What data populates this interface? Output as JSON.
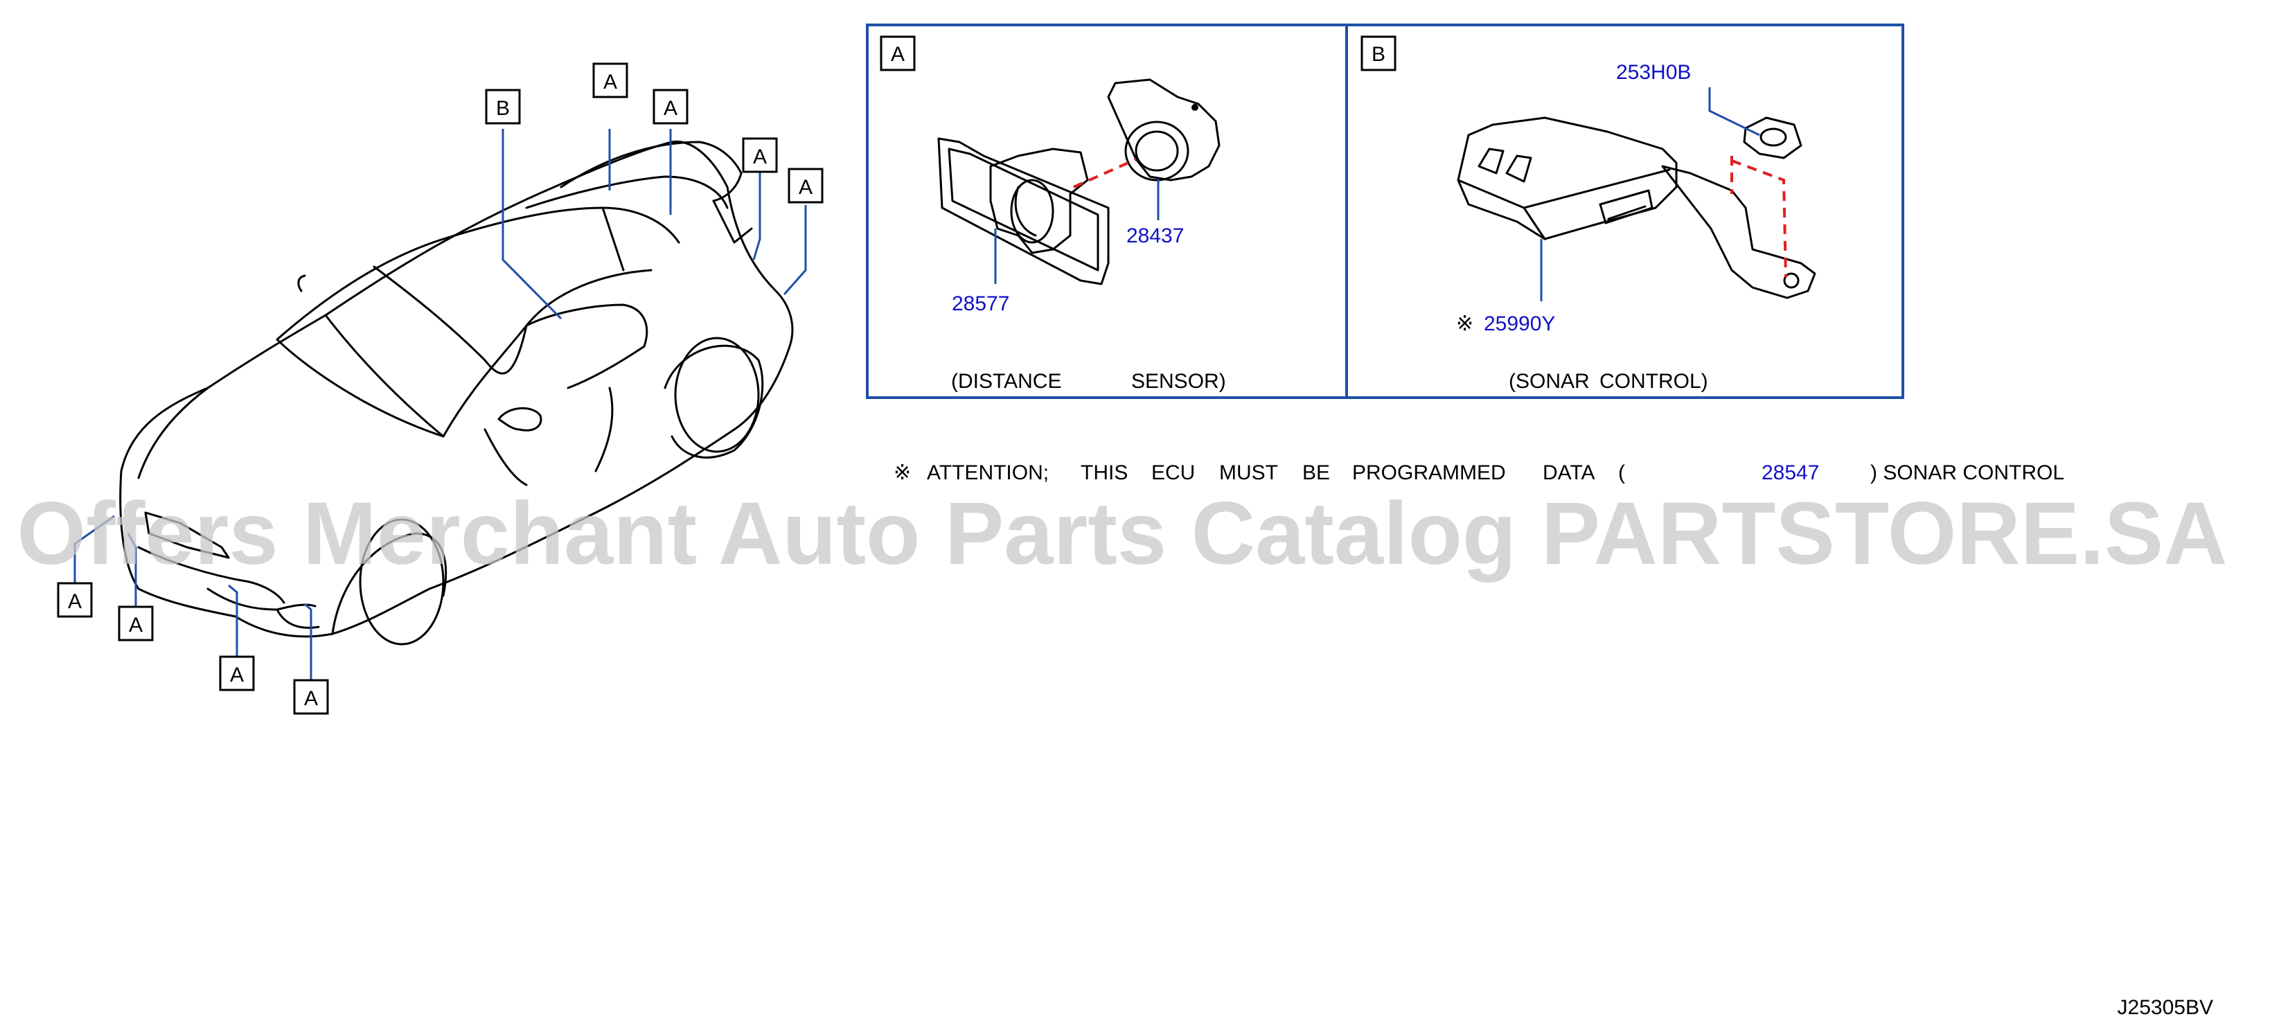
{
  "callouts": {
    "a": "A",
    "b": "B"
  },
  "panels": {
    "a": {
      "letter": "A",
      "caption_left": "(DISTANCE",
      "caption_right": "SENSOR)",
      "parts": [
        "28437",
        "28577"
      ]
    },
    "b": {
      "letter": "B",
      "caption_left": "(SONAR",
      "caption_right": "CONTROL)",
      "parts": [
        "253H0B",
        "25990Y"
      ],
      "mark": "※"
    }
  },
  "attention": {
    "mark": "※",
    "words": [
      "ATTENTION;",
      "THIS",
      "ECU",
      "MUST",
      "BE",
      "PROGRAMMED",
      "DATA",
      "("
    ],
    "part": "28547",
    "tail": ") SONAR CONTROL"
  },
  "watermark": "Offers Merchant Auto Parts Catalog PARTSTORE.SA",
  "diagram_code": "J25305BV",
  "colors": {
    "part_number": "#1010c8",
    "leader": "#1f4fa8",
    "dashed": "#e02020",
    "frame": "#1f4fa8"
  }
}
